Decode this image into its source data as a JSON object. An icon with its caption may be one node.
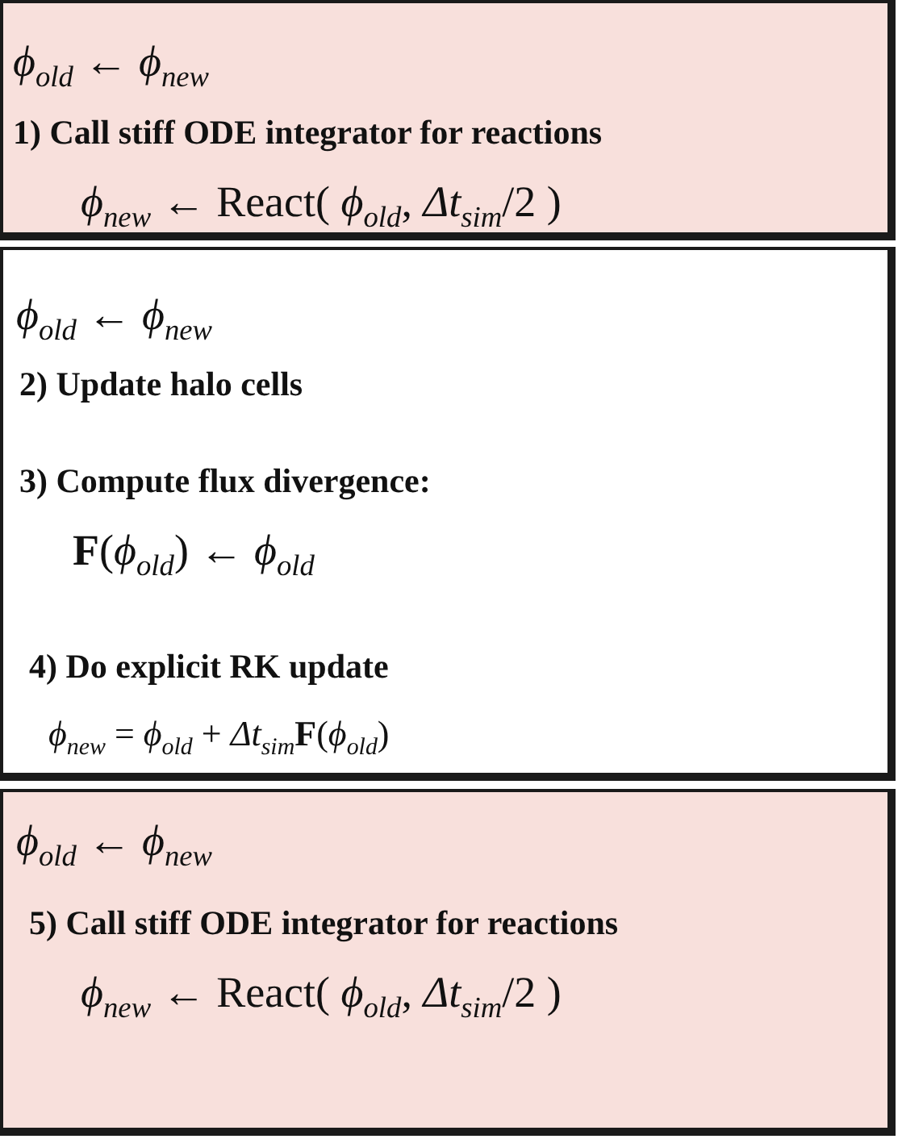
{
  "diagram": {
    "nodes": [
      {
        "text": [
          "*ϕ*$_{old}$ ← *ϕ*$_{new}$",
          "1) Call stiff ODE integrator for reactions",
          "*ϕ*$_{new}$ ← React( *ϕ*$_{old}$, *Δt*$_{sim}$/2 )"
        ]
      },
      {
        "text": [
          "*ϕ*$_{old}$ ← *ϕ*$_{new}$",
          "2) Update halo cells",
          "3) Compute flux divergence:",
          "**F**(*ϕ*$_{old}$) ← *ϕ*$_{old}$",
          "4) Do explicit RK update",
          "*ϕ*$_{new}$ = *ϕ*$_{old}$ + *Δt*$_{sim}$**F**(*ϕ*$_{old}$)"
        ]
      },
      {
        "text": [
          "*ϕ*$_{old}$ ← *ϕ*$_{new}$",
          "5) Call stiff ODE integrator for reactions",
          "*ϕ*$_{new}$ ← React( *ϕ*$_{old}$, *Δt*$_{sim}$/2 )"
        ]
      }
    ]
  }
}
